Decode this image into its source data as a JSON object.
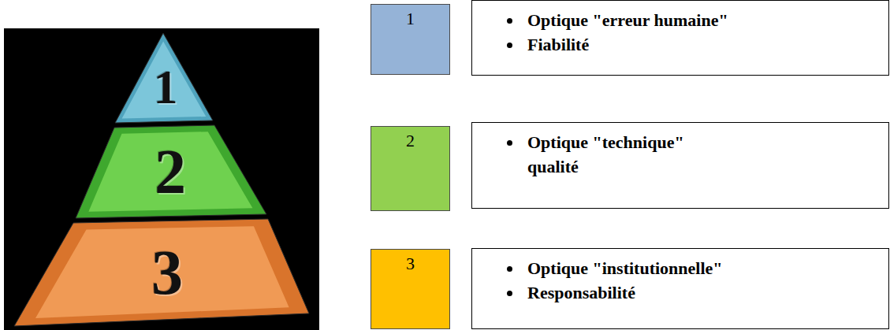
{
  "diagram": {
    "nodes": [
      {
        "text": [
          "1"
        ]
      },
      {
        "text": [
          "2"
        ]
      },
      {
        "text": [
          "3"
        ]
      },
      {
        "text": [
          "1"
        ]
      },
      {
        "text": [
          "Optique \"erreur humaine\"",
          "Fiabilité"
        ]
      },
      {
        "text": [
          "2"
        ]
      },
      {
        "text": [
          "Optique \"technique\" qualité"
        ]
      },
      {
        "text": [
          "3"
        ]
      },
      {
        "text": [
          "Optique \"institutionnelle\"",
          "Responsabilité"
        ]
      }
    ]
  }
}
